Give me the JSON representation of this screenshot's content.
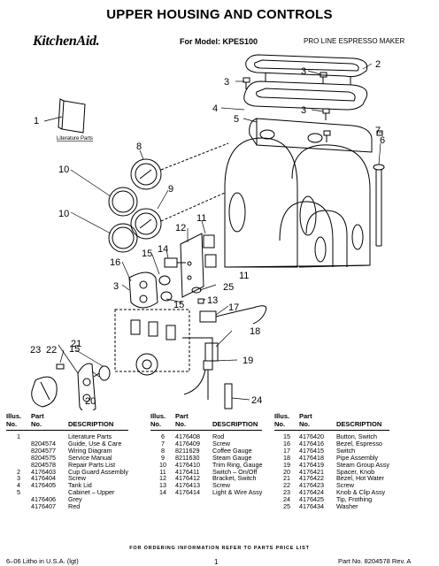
{
  "header": {
    "title": "UPPER HOUSING AND CONTROLS",
    "brand": "KitchenAid.",
    "model": "For Model: KPES100",
    "product": "PRO LINE ESPRESSO MAKER"
  },
  "diagram": {
    "literature_label": "Literature Parts",
    "callouts": [
      "2",
      "3",
      "3",
      "4",
      "5",
      "3",
      "1",
      "7",
      "6",
      "8",
      "10",
      "9",
      "10",
      "11",
      "12",
      "14",
      "15",
      "16",
      "3",
      "25",
      "15",
      "13",
      "17",
      "18",
      "23",
      "22",
      "21",
      "15",
      "19",
      "20",
      "24",
      "11"
    ]
  },
  "table": {
    "headers": {
      "illus": "Illus.\nNo.",
      "part": "Part\nNo.",
      "desc": "DESCRIPTION"
    },
    "columns": [
      [
        [
          "1",
          "",
          "Literature Parts"
        ],
        [
          "",
          "8204574",
          "Guide, Use & Care"
        ],
        [
          "",
          "8204577",
          "Wiring Diagram"
        ],
        [
          "",
          "8204575",
          "Service Manual"
        ],
        [
          "",
          "8204578",
          "Repair Parts List"
        ],
        [
          "2",
          "4176403",
          "Cup Guard Assembly"
        ],
        [
          "3",
          "4176404",
          "Screw"
        ],
        [
          "4",
          "4176405",
          "Tank Lid"
        ],
        [
          "5",
          "",
          "Cabinet – Upper"
        ],
        [
          "",
          "4176406",
          "Grey"
        ],
        [
          "",
          "4176407",
          "Red"
        ]
      ],
      [
        [
          "6",
          "4176408",
          "Rod"
        ],
        [
          "7",
          "4176409",
          "Screw"
        ],
        [
          "8",
          "8211629",
          "Coffee Gauge"
        ],
        [
          "9",
          "8211630",
          "Steam Gauge"
        ],
        [
          "10",
          "4176410",
          "Trim Ring, Gauge"
        ],
        [
          "11",
          "4176411",
          "Switch – On/Off"
        ],
        [
          "12",
          "4176412",
          "Bracket, Switch"
        ],
        [
          "13",
          "4176413",
          "Screw"
        ],
        [
          "14",
          "4176414",
          "Light & Wire Assy"
        ]
      ],
      [
        [
          "15",
          "4176420",
          "Button, Switch"
        ],
        [
          "16",
          "4176416",
          "Bezel, Espresso"
        ],
        [
          "17",
          "4176415",
          "Switch"
        ],
        [
          "18",
          "4176418",
          "Pipe Assembly"
        ],
        [
          "19",
          "4176419",
          "Steam Group Assy"
        ],
        [
          "20",
          "4176421",
          "Spacer, Knob"
        ],
        [
          "21",
          "4176422",
          "Bezel, Hot Water"
        ],
        [
          "22",
          "4176423",
          "Screw"
        ],
        [
          "23",
          "4176424",
          "Knob & Clip Assy"
        ],
        [
          "24",
          "4176425",
          "Tip, Frothing"
        ],
        [
          "25",
          "4176434",
          "Washer"
        ]
      ]
    ]
  },
  "footer": {
    "note": "FOR ORDERING INFORMATION REFER TO PARTS PRICE LIST",
    "left": "6–06 Litho in U.S.A. (lgt)",
    "page": "1",
    "right": "Part No. 8204578 Rev. A"
  }
}
